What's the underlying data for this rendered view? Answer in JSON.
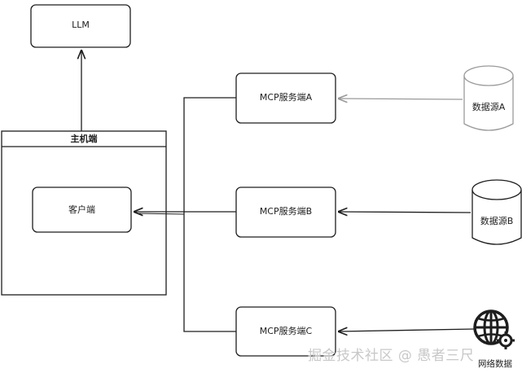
{
  "nodes": {
    "llm": "LLM",
    "host": "主机端",
    "client": "客户端",
    "server_a": "MCP服务端A",
    "server_b": "MCP服务端B",
    "server_c": "MCP服务端C",
    "source_a": "数据源A",
    "source_b": "数据源B",
    "network": "网络数据"
  },
  "watermark": "掘金技术社区 @ 愚者三尺"
}
